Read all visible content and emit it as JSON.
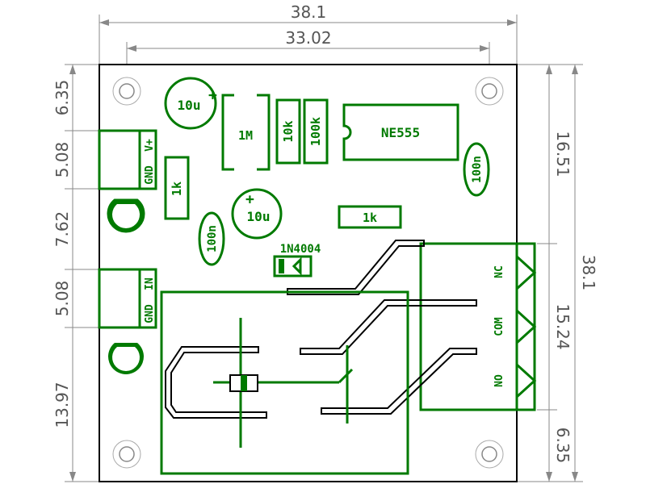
{
  "dimensions": {
    "top_outer": "38.1",
    "top_inner": "33.02",
    "left": [
      "6.35",
      "5.08",
      "7.62",
      "5.08",
      "13.97"
    ],
    "right_inner": [
      "16.51",
      "15.24",
      "6.35"
    ],
    "right_outer": "38.1"
  },
  "components": {
    "cap_top": "10u",
    "cap_mid": "10u",
    "res_1m": "1M",
    "res_10k": "10k",
    "res_100k": "100k",
    "ic": "NE555",
    "cap_right": "100n",
    "cap_left": "100n",
    "res_1k_left": "1k",
    "res_1k_mid": "1k",
    "diode": "1N4004"
  },
  "connectors": {
    "power": {
      "gnd": "GND",
      "vplus": "V+"
    },
    "input": {
      "gnd": "GND",
      "in": "IN"
    },
    "relay": {
      "nc": "NC",
      "com": "COM",
      "no": "NO"
    }
  },
  "colors": {
    "silkscreen": "#007a00",
    "dimension": "#888888",
    "copper_outline": "#000000"
  }
}
